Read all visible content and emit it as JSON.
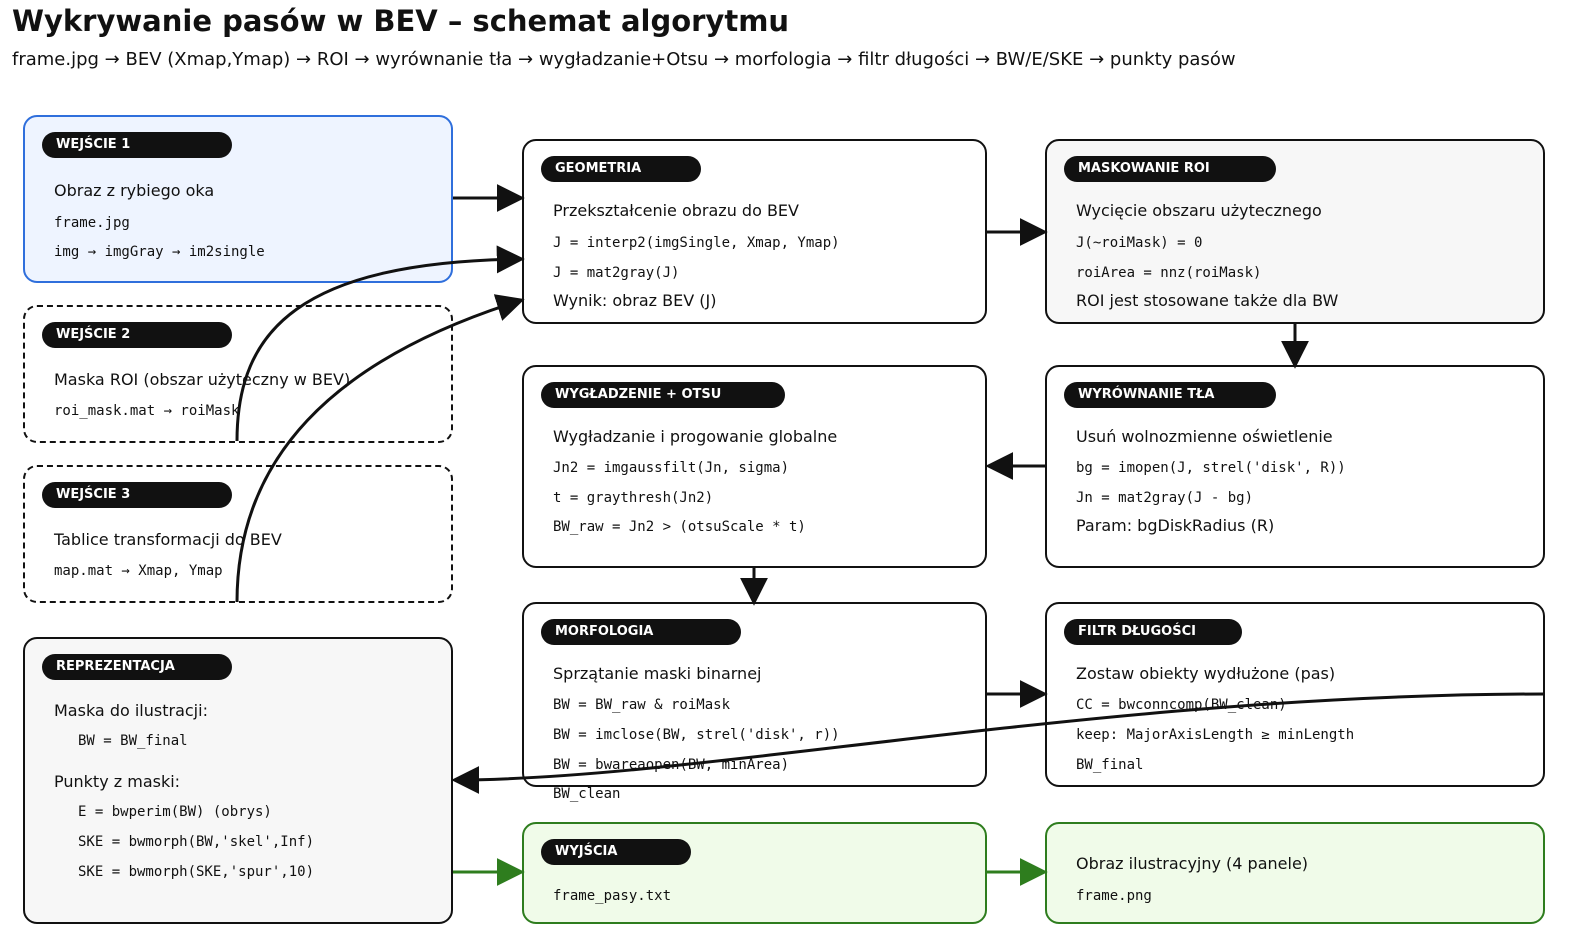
{
  "header": {
    "title": "Wykrywanie pasów w BEV – schemat algorytmu",
    "subtitle": "frame.jpg → BEV (Xmap,Ymap) → ROI → wyrównanie tła → wygładzanie+Otsu → morfologia → filtr długości → BW/E/SKE → punkty pasów"
  },
  "boxes": {
    "wejscie1": {
      "tag": "WEJŚCIE 1",
      "lines": [
        "Obraz z rybiego oka",
        "frame.jpg",
        "img → imgGray → im2single"
      ]
    },
    "wejscie2": {
      "tag": "WEJŚCIE 2",
      "lines": [
        "Maska ROI (obszar użyteczny w BEV)",
        "roi_mask.mat → roiMask"
      ]
    },
    "wejscie3": {
      "tag": "WEJŚCIE 3",
      "lines": [
        "Tablice transformacji do BEV",
        "map.mat → Xmap, Ymap"
      ]
    },
    "geometria": {
      "tag": "GEOMETRIA",
      "lines": [
        "Przekształcenie obrazu do BEV",
        "J = interp2(imgSingle, Xmap, Ymap)",
        "J = mat2gray(J)",
        "Wynik: obraz BEV (J)"
      ]
    },
    "maskowanie": {
      "tag": "MASKOWANIE ROI",
      "lines": [
        "Wycięcie obszaru użytecznego",
        "J(~roiMask) = 0",
        "roiArea = nnz(roiMask)",
        "ROI jest stosowane także dla BW"
      ]
    },
    "wyrownanie": {
      "tag": "WYRÓWNANIE TŁA",
      "lines": [
        "Usuń wolnozmienne oświetlenie",
        "bg = imopen(J, strel('disk', R))",
        "Jn = mat2gray(J - bg)",
        "Param: bgDiskRadius (R)"
      ]
    },
    "wygladzenie": {
      "tag": "WYGŁADZENIE + OTSU",
      "lines": [
        "Wygładzanie i progowanie globalne",
        "Jn2 = imgaussfilt(Jn, sigma)",
        "t = graythresh(Jn2)",
        "BW_raw = Jn2 > (otsuScale * t)"
      ]
    },
    "morfologia": {
      "tag": "MORFOLOGIA",
      "lines": [
        "Sprzątanie maski binarnej",
        "BW = BW_raw & roiMask",
        "BW = imclose(BW, strel('disk', r))",
        "BW = bwareaopen(BW, minArea)",
        "BW_clean"
      ]
    },
    "filtr": {
      "tag": "FILTR DŁUGOŚCI",
      "lines": [
        "Zostaw obiekty wydłużone (pas)",
        "CC = bwconncomp(BW_clean)",
        "keep: MajorAxisLength ≥ minLength",
        "BW_final"
      ]
    },
    "reprezentacja": {
      "tag": "REPREZENTACJA",
      "lines": [
        "Maska do ilustracji:",
        "BW = BW_final",
        "Punkty z maski:",
        "E = bwperim(BW) (obrys)",
        "SKE = bwmorph(BW,'skel',Inf)",
        "SKE = bwmorph(SKE,'spur',10)"
      ]
    },
    "wyjscia": {
      "tag": "WYJŚCIA",
      "lines": [
        "frame_pasy.txt"
      ]
    },
    "obraz": {
      "lines": [
        "Obraz ilustracyjny (4 panele)",
        "frame.png"
      ]
    }
  },
  "colors": {
    "input_blue": "#2f6fdc",
    "output_green": "#2e7d1e",
    "stroke": "#111111"
  }
}
